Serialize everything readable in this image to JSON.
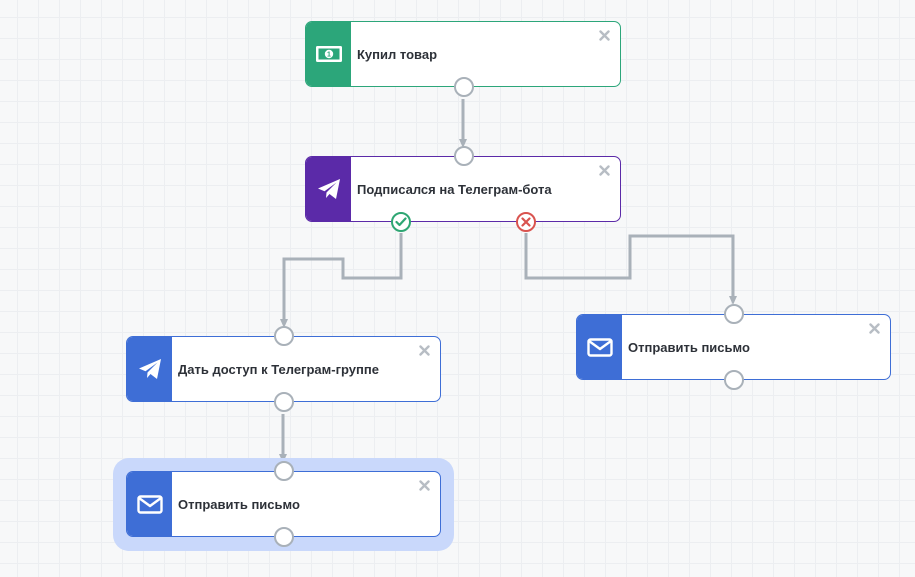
{
  "colors": {
    "trigger_green": "#2ca67a",
    "telegram_purple": "#5b2aa8",
    "action_blue": "#3e6ed6",
    "wire_gray": "#a9b1b9",
    "yes_green": "#2ea673",
    "no_red": "#d9534f",
    "selection_halo": "#c9d8fb"
  },
  "nodes": [
    {
      "id": "bought-product",
      "label": "Купил товар",
      "icon": "banknote-icon"
    },
    {
      "id": "subscribed-bot",
      "label": "Подписался на Телеграм-бота",
      "icon": "paper-plane-icon"
    },
    {
      "id": "give-access",
      "label": "Дать доступ к Телеграм-группе",
      "icon": "paper-plane-icon"
    },
    {
      "id": "send-email-left",
      "label": "Отправить письмо",
      "icon": "envelope-icon",
      "selected": true
    },
    {
      "id": "send-email-right",
      "label": "Отправить письмо",
      "icon": "envelope-icon"
    }
  ],
  "branches": {
    "yes_icon": "check-icon",
    "no_icon": "x-icon"
  },
  "close_icon": "close-icon"
}
